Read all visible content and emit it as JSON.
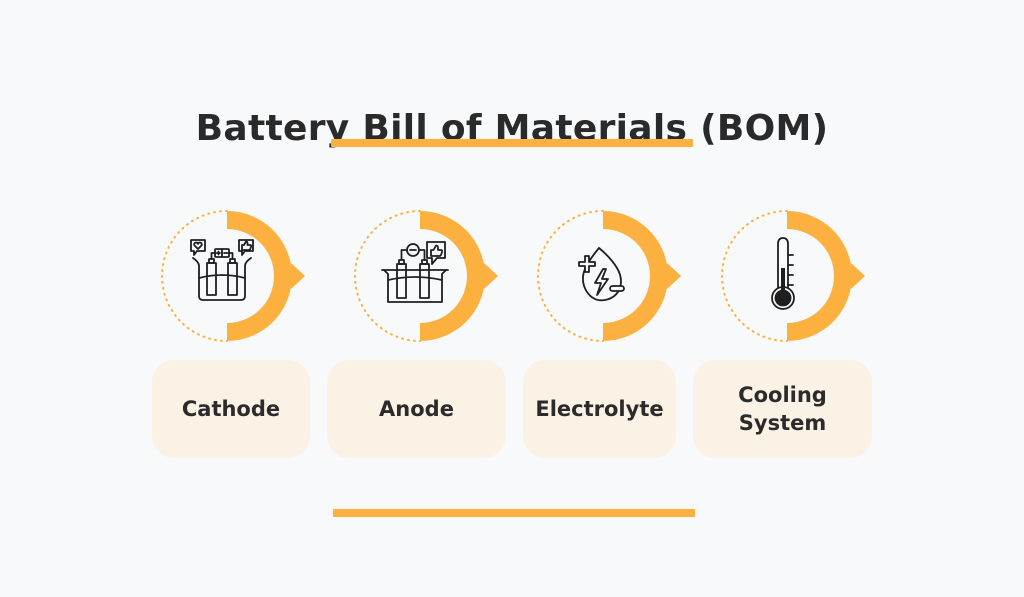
{
  "title": "Battery Bill of Materials (BOM)",
  "colors": {
    "background": "#f8f9fb",
    "accent": "#fbb040",
    "card_fill": "#fbf2e6",
    "icon_stroke": "#1f1f1f",
    "text": "#2b2b2b"
  },
  "components": [
    {
      "label": "Cathode",
      "icon": "battery-cathode-icon"
    },
    {
      "label": "Anode",
      "icon": "battery-anode-icon"
    },
    {
      "label": "Electrolyte",
      "icon": "electrolyte-drop-icon"
    },
    {
      "label": "Cooling\nSystem",
      "icon": "thermometer-icon"
    }
  ]
}
